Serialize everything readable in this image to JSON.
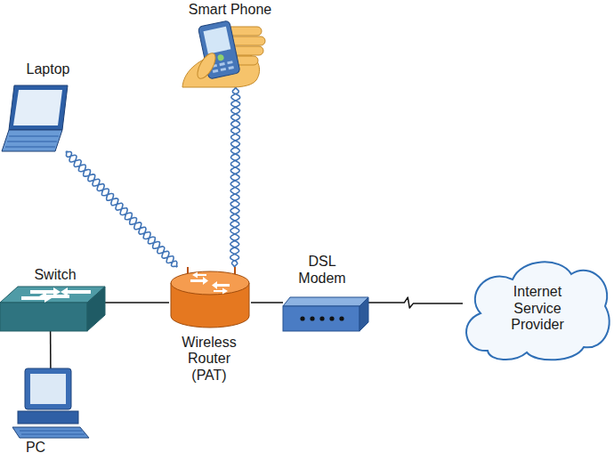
{
  "diagram": {
    "nodes": [
      {
        "text": [
          "Smart Phone"
        ]
      },
      {
        "text": [
          "Laptop"
        ]
      },
      {
        "text": [
          "Switch"
        ]
      },
      {
        "text": [
          "Wireless Router (PAT)"
        ]
      },
      {
        "text": [
          "DSL Modem"
        ]
      },
      {
        "text": [
          "Internet Service Provider"
        ]
      },
      {
        "text": [
          "PC"
        ]
      }
    ],
    "edges": [
      {
        "from": 1,
        "to": 3,
        "arrow": "none"
      },
      {
        "from": 0,
        "to": 3,
        "arrow": "none"
      },
      {
        "from": 2,
        "to": 3,
        "arrow": "none"
      },
      {
        "from": 2,
        "to": 6,
        "arrow": "none"
      },
      {
        "from": 3,
        "to": 4,
        "arrow": "none"
      },
      {
        "from": 4,
        "to": 5,
        "arrow": "none"
      }
    ]
  }
}
